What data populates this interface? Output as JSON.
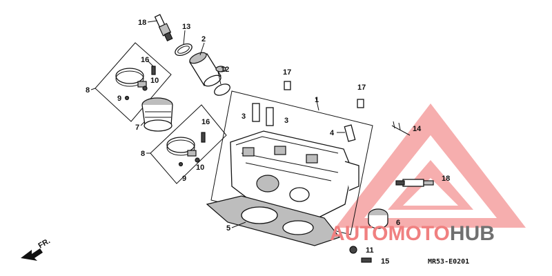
{
  "diagram": {
    "callouts": [
      "18",
      "13",
      "2",
      "12",
      "16",
      "10",
      "8",
      "9",
      "7",
      "17",
      "1",
      "3",
      "3",
      "4",
      "17",
      "14",
      "16",
      "8",
      "10",
      "9",
      "18",
      "6",
      "5",
      "11",
      "15"
    ],
    "fr_label": "FR.",
    "drawing_code": "MR53-E0201"
  },
  "watermark": {
    "part1": "AUTO",
    "part2": "MOTO",
    "part3": "HUB",
    "color_red": "#f08080",
    "color_gray": "#707070"
  }
}
